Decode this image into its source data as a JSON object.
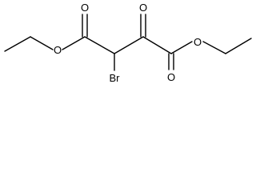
{
  "molecule": {
    "atoms": {
      "ester_o_left": "O",
      "carbonyl_o_left": "O",
      "ketone_o": "O",
      "bromine": "Br",
      "carbonyl_o_right": "O",
      "ester_o_right": "O"
    },
    "colors": {
      "bond": "#000000",
      "label": "#000000",
      "background": "#ffffff"
    }
  }
}
